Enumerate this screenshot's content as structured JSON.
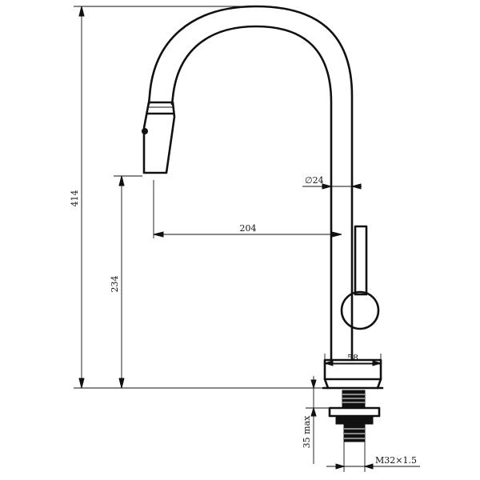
{
  "dimensions": {
    "total_height": "414",
    "spout_height": "234",
    "reach": "204",
    "tube_diameter": "∅24",
    "base_width": "58",
    "max_thickness": "35 max",
    "thread": "M32×1.5"
  },
  "colors": {
    "line": "#111111",
    "background": "#ffffff"
  }
}
